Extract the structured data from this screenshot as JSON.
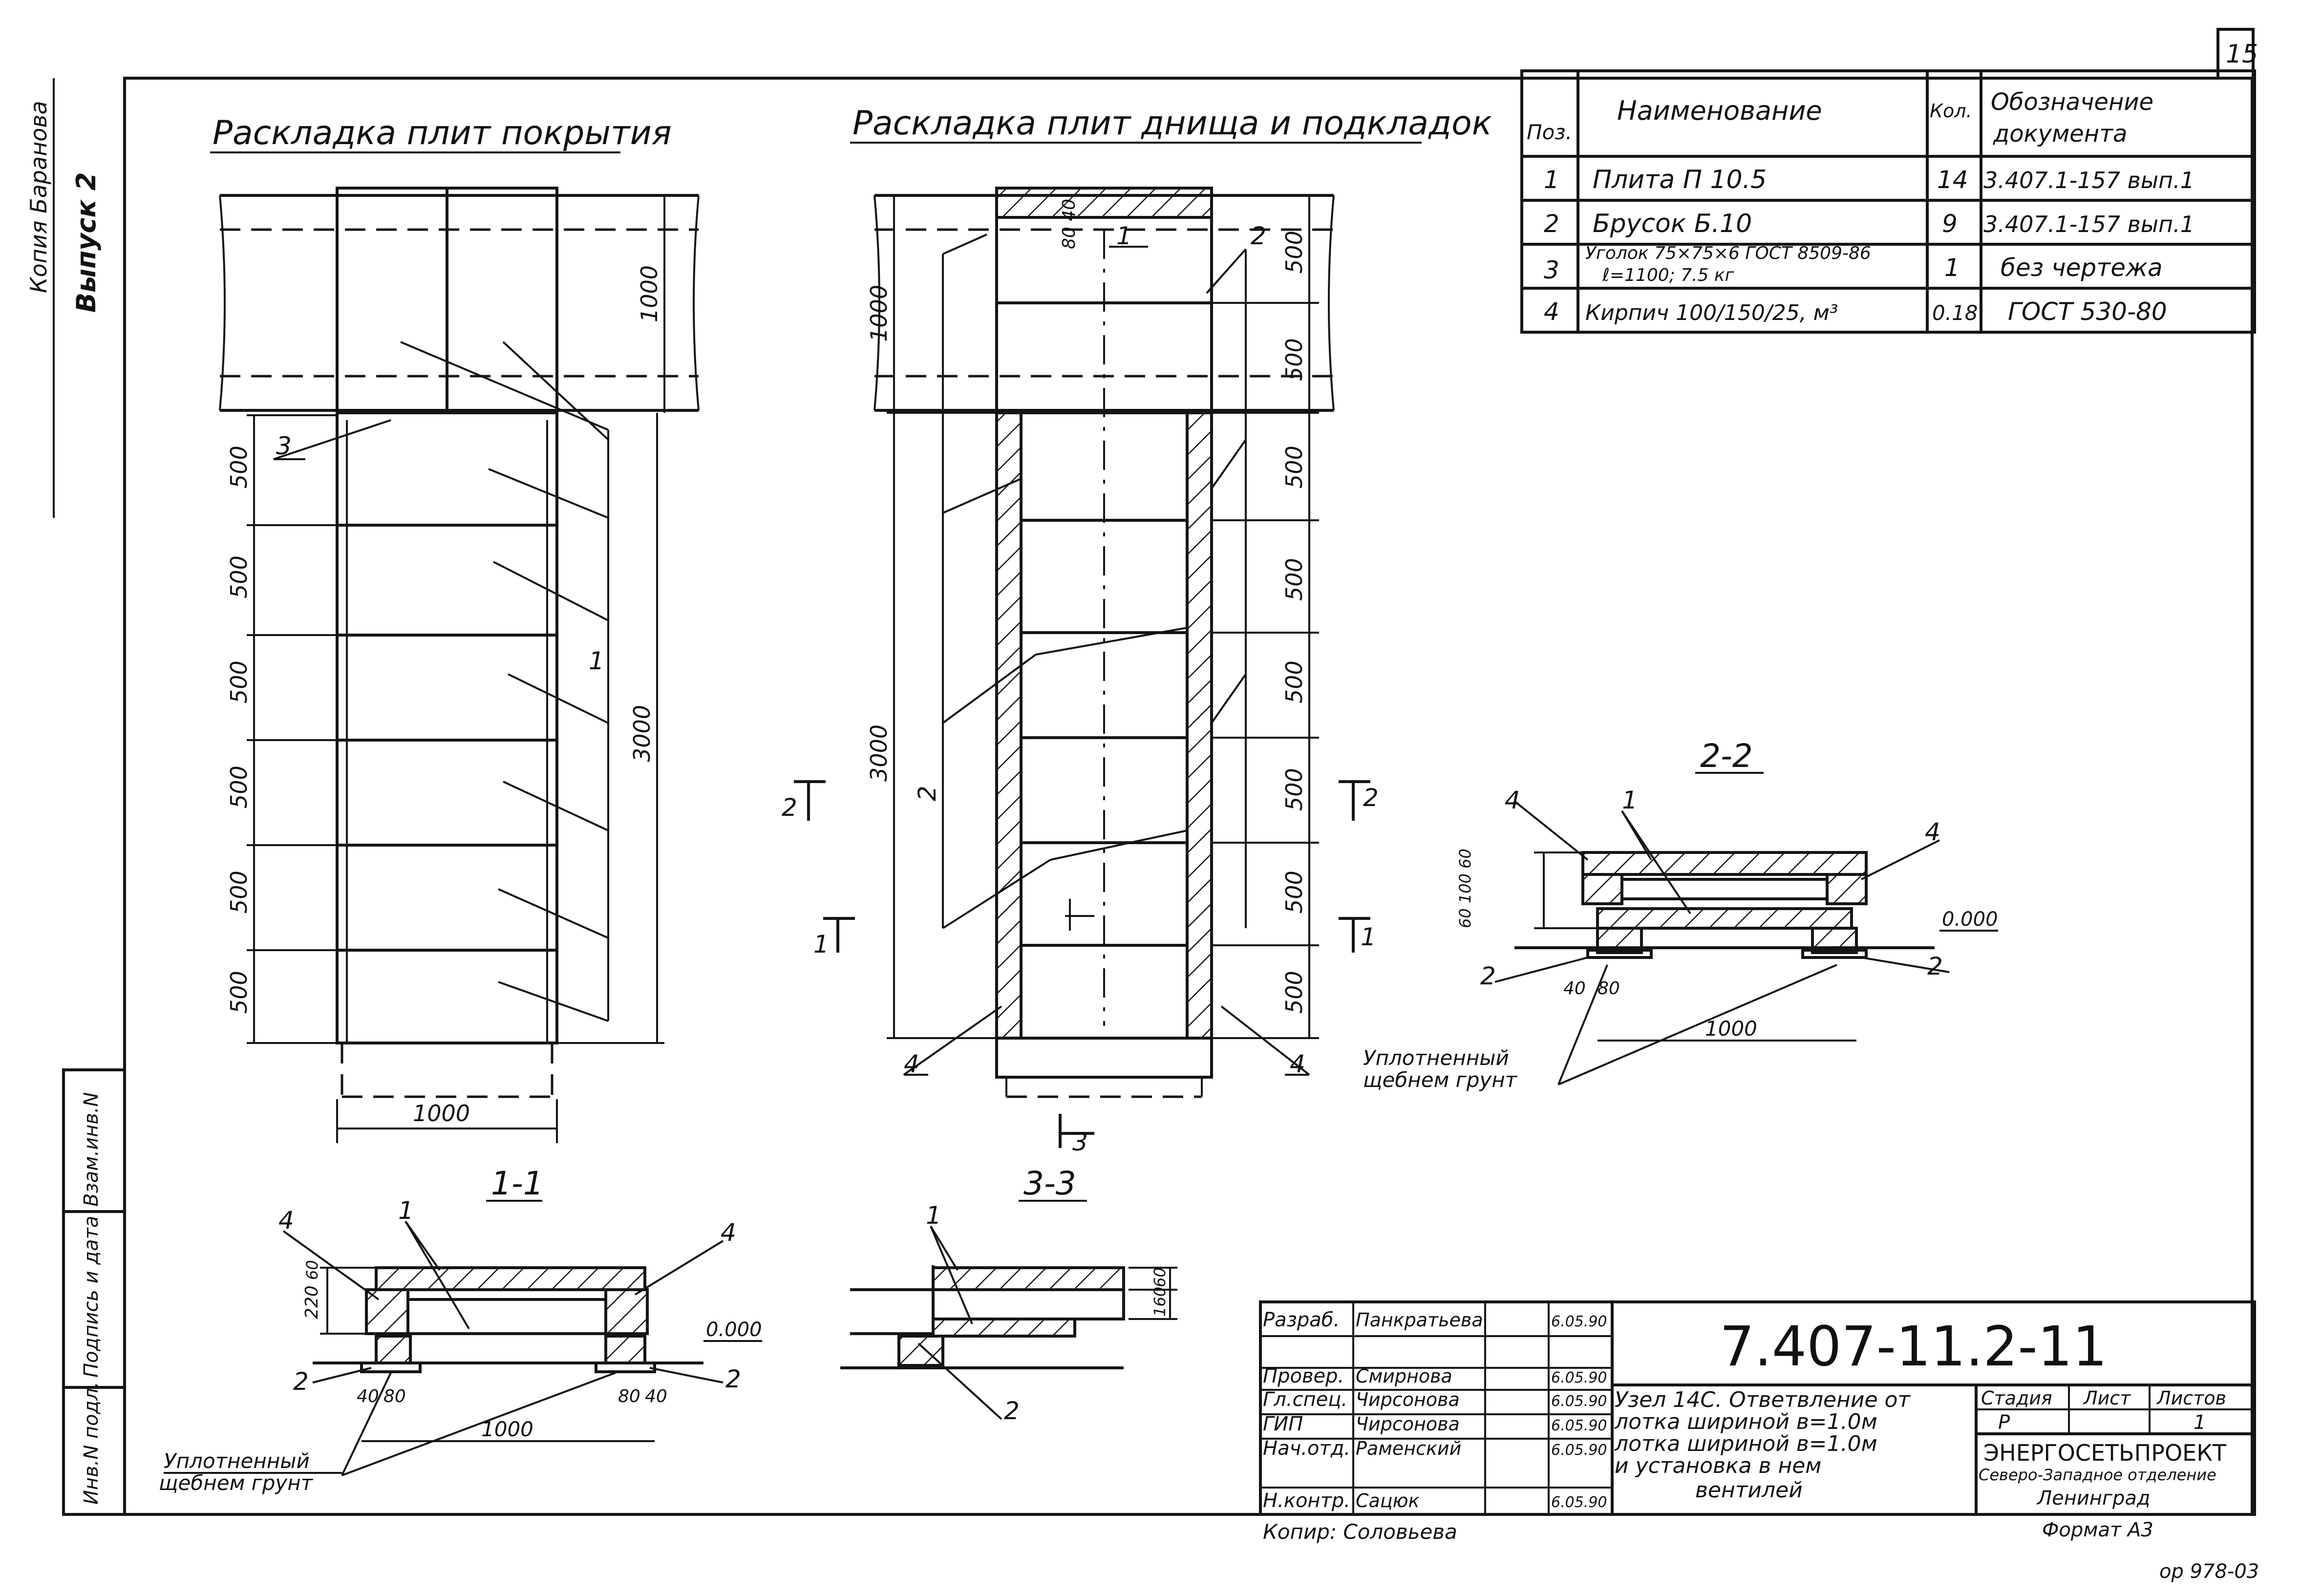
{
  "page_number": "15",
  "views": {
    "top_view_title": "Раскладка плит покрытия",
    "bottom_view_title": "Раскладка плит днища и подкладок",
    "section_1_title": "1-1",
    "section_2_title": "2-2",
    "section_3_title": "3-3"
  },
  "dimensions": {
    "d500": "500",
    "d1000": "1000",
    "d3000": "3000",
    "d40": "40",
    "d80": "80",
    "d60": "60",
    "d160": "160",
    "d220": "220",
    "d100": "100",
    "level": "0.000",
    "d8040": "80 40",
    "d60100": "60 100 60"
  },
  "markers": {
    "p1": "1",
    "p2": "2",
    "p3": "3",
    "p4": "4",
    "cut1": "1",
    "cut2": "2",
    "cut3": "3"
  },
  "soil_label_line1": "Уплотненный",
  "soil_label_line2": "щебнем грунт",
  "spec_table": {
    "headers": {
      "pos": "Поз.",
      "name": "Наименование",
      "qty": "Кол.",
      "doc_line1": "Обозначение",
      "doc_line2": "документа"
    },
    "rows": [
      {
        "pos": "1",
        "name": "Плита П 10.5",
        "qty": "14",
        "doc": "3.407.1-157 вып.1"
      },
      {
        "pos": "2",
        "name": "Брусок Б.10",
        "qty": "9",
        "doc": "3.407.1-157 вып.1"
      },
      {
        "pos": "3",
        "name": "Уголок 75×75×6 ГОСТ 8509-86",
        "name2": "ℓ=1100; 7.5 кг",
        "qty": "1",
        "doc": "без чертежа"
      },
      {
        "pos": "4",
        "name": "Кирпич 100/150/25, м³",
        "qty": "0.18",
        "doc": "ГОСТ 530-80"
      }
    ]
  },
  "side_stamp": {
    "copy_text": "Копия Баранова",
    "issue": "Выпуск 2",
    "inv_podl": "Инв.N подл.",
    "sign_date": "Подпись и дата",
    "vzam": "Взам.инв.N"
  },
  "title_block": {
    "code": "7.407-11.2-11",
    "roles": [
      {
        "role": "Разраб.",
        "name": "Панкратьева",
        "date": "6.05.90"
      },
      {
        "role": "Провер.",
        "name": "Смирнова",
        "date": "6.05.90"
      },
      {
        "role": "Гл.спец.",
        "name": "Чирсонова",
        "date": "6.05.90"
      },
      {
        "role": "ГИП",
        "name": "Чирсонова",
        "date": "6.05.90"
      },
      {
        "role": "Нач.отд.",
        "name": "Раменский",
        "date": "6.05.90"
      },
      {
        "role": "Н.контр.",
        "name": "Сацюк",
        "date": "6.05.90"
      }
    ],
    "description_lines": [
      "Узел 14С. Ответвление от",
      "лотка шириной в=1.0м",
      "лотка шириной в=1.0м",
      "и установка в нем",
      "вентилей"
    ],
    "stage_label": "Стадия",
    "sheet_label": "Лист",
    "sheets_label": "Листов",
    "stage_value": "Р",
    "sheets_value": "1",
    "org_name": "ЭНЕРГОСЕТЬПРОЕКТ",
    "org_branch": "Северо-Западное отделение",
    "org_city": "Ленинград",
    "copied_by": "Копир: Соловьева",
    "format": "Формат А3",
    "order_no": "ор 978-03"
  }
}
